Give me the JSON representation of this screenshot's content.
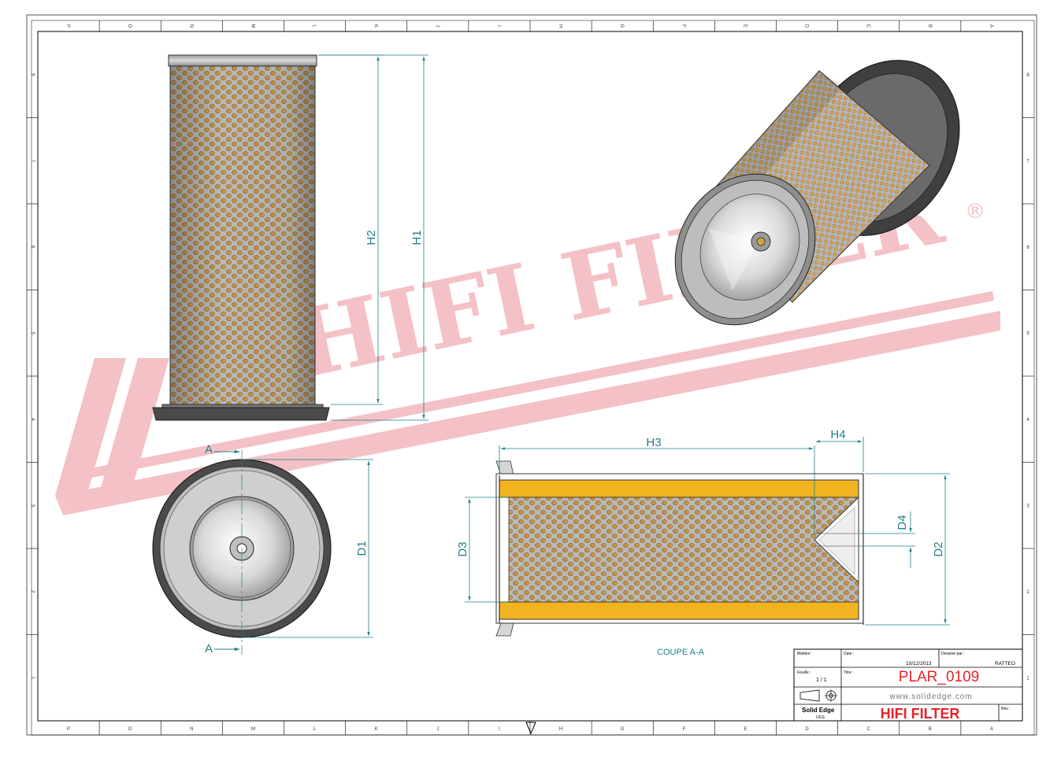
{
  "frame": {
    "top_zones": [
      "P",
      "O",
      "N",
      "M",
      "L",
      "K",
      "J",
      "I",
      "H",
      "G",
      "F",
      "E",
      "D",
      "C",
      "B",
      "A"
    ],
    "bottom_zones": [
      "P",
      "O",
      "N",
      "M",
      "L",
      "K",
      "J",
      "I",
      "H",
      "G",
      "F",
      "E",
      "D",
      "C",
      "B",
      "A"
    ],
    "side_zones": [
      "8",
      "7",
      "6",
      "5",
      "4",
      "3",
      "2",
      "1"
    ]
  },
  "watermark": {
    "text": "HIFI FILTER",
    "mark": "®",
    "color": "#f3b7bd"
  },
  "dimensions": {
    "h1": "H1",
    "h2": "H2",
    "h3": "H3",
    "h4": "H4",
    "d1": "D1",
    "d2": "D2",
    "d3": "D3",
    "d4": "D4",
    "section_a_top": "A",
    "section_a_bottom": "A"
  },
  "section_caption": "COUPE A-A",
  "title_block": {
    "matiere_label": "Matière :",
    "date_label": "Date :",
    "date_value": "10/12/2013",
    "dessine_label": "Dessiné par :",
    "dessine_value": "RATTEO",
    "feuille_label": "Feuille :",
    "feuille_value": "1 / 1",
    "titre_label": "Titre :",
    "titre_value": "PLAR_0109",
    "website": "www.solidedge.com",
    "software": "Solid Edge",
    "software_sub": "UGS",
    "company": "HIFI FILTER",
    "rev_label": "Rév :"
  },
  "colors": {
    "dimension": "#1f7f86",
    "media": "#e2a44b",
    "gasket": "#f2b321",
    "red": "#e8222a",
    "metal": "#c9c9c9"
  }
}
